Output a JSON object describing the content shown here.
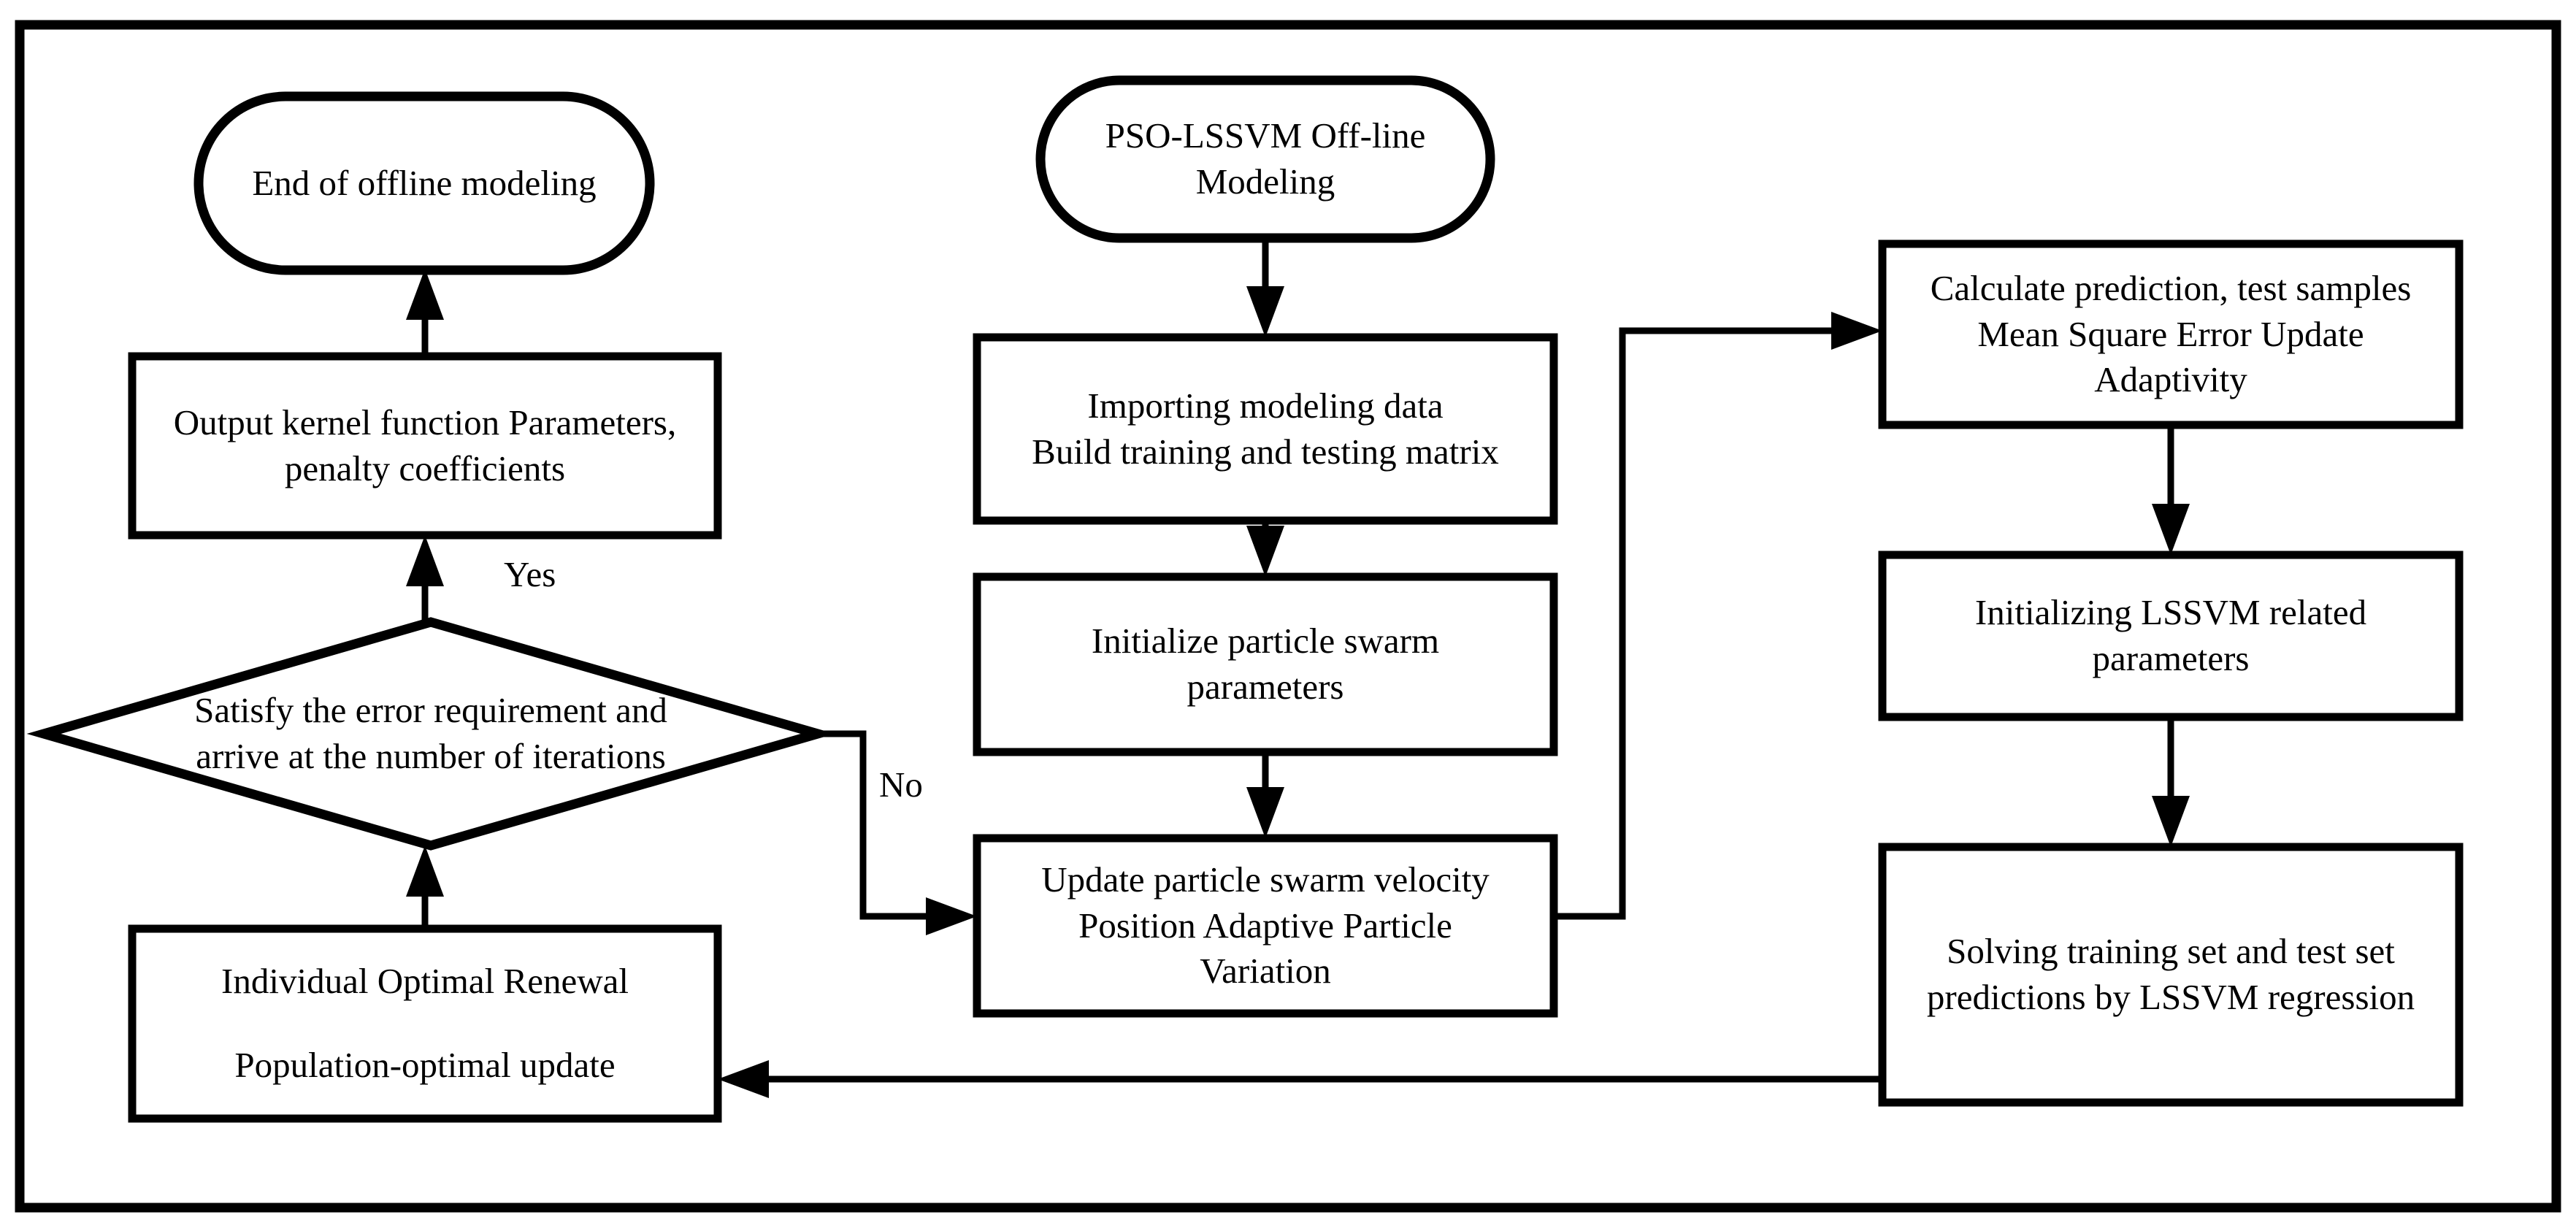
{
  "diagram": {
    "title": "PSO-LSSVM Off-line Modeling flowchart",
    "type": "flowchart",
    "stroke_color": "#000000",
    "background_color": "#ffffff",
    "nodes": [
      {
        "id": "end-offline-modeling",
        "shape": "stadium",
        "lines": [
          "End of offline modeling"
        ]
      },
      {
        "id": "output-kernel",
        "shape": "rectangle",
        "lines": [
          "Output kernel function Parameters,",
          "penalty coefficients"
        ]
      },
      {
        "id": "satisfy-error",
        "shape": "diamond",
        "lines": [
          "Satisfy the error requirement and",
          "arrive at the number of iterations"
        ]
      },
      {
        "id": "individual-optimal",
        "shape": "rectangle",
        "lines": [
          "Individual Optimal Renewal",
          "Population-optimal update"
        ]
      },
      {
        "id": "pso-lssvm-start",
        "shape": "stadium",
        "lines": [
          "PSO-LSSVM Off-line",
          "Modeling"
        ]
      },
      {
        "id": "importing-data",
        "shape": "rectangle",
        "lines": [
          "Importing modeling data",
          "Build training and testing matrix"
        ]
      },
      {
        "id": "initialize-swarm",
        "shape": "rectangle",
        "lines": [
          "Initialize particle swarm",
          "parameters"
        ]
      },
      {
        "id": "update-swarm",
        "shape": "rectangle",
        "lines": [
          "Update particle swarm velocity",
          "Position Adaptive Particle",
          "Variation"
        ]
      },
      {
        "id": "calculate-prediction",
        "shape": "rectangle",
        "lines": [
          "Calculate prediction, test samples",
          "Mean Square Error Update",
          "Adaptivity"
        ]
      },
      {
        "id": "initializing-lssvm",
        "shape": "rectangle",
        "lines": [
          "Initializing LSSVM related",
          "parameters"
        ]
      },
      {
        "id": "solving-predictions",
        "shape": "rectangle",
        "lines": [
          "Solving training set and test set",
          "predictions by LSSVM regression"
        ]
      }
    ],
    "edge_labels": {
      "yes": "Yes",
      "no": "No"
    }
  }
}
